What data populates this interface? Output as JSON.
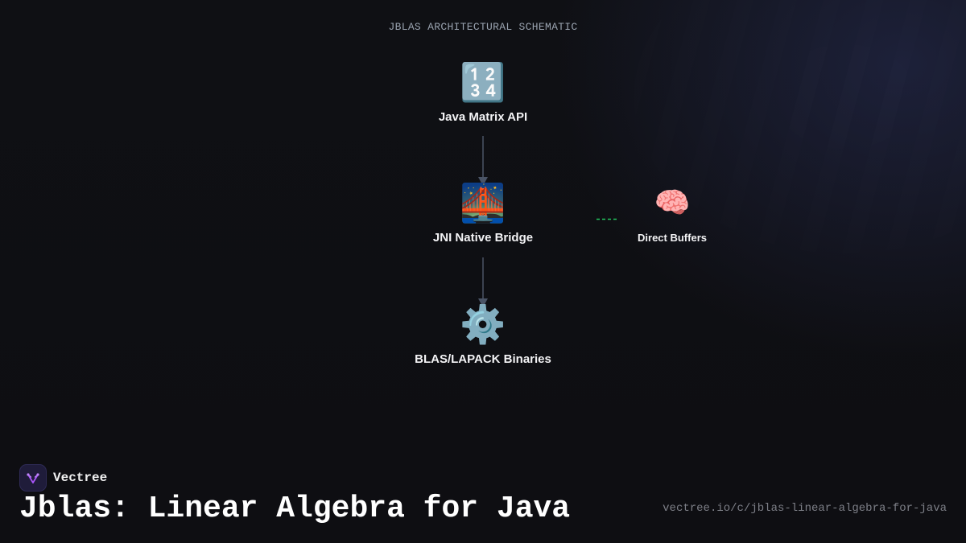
{
  "diagram": {
    "title": "JBLAS ARCHITECTURAL SCHEMATIC",
    "nodes": [
      {
        "id": "api",
        "icon_name": "input-numbers-icon",
        "icon": "🔢",
        "label": "Java Matrix API"
      },
      {
        "id": "bridge",
        "icon_name": "bridge-at-night-icon",
        "icon": "🌉",
        "label": "JNI Native Bridge"
      },
      {
        "id": "blas",
        "icon_name": "gear-icon",
        "icon": "⚙️",
        "label": "BLAS/LAPACK Binaries"
      },
      {
        "id": "buffers",
        "icon_name": "brain-icon",
        "icon": "🧠",
        "label": "Direct Buffers"
      }
    ],
    "edges": [
      {
        "from": "api",
        "to": "bridge",
        "style": "solid-arrow"
      },
      {
        "from": "bridge",
        "to": "blas",
        "style": "solid-arrow"
      },
      {
        "from": "bridge",
        "to": "buffers",
        "style": "dashed"
      }
    ],
    "colors": {
      "connector": "#4a5466",
      "dashed_connector": "#22c55e",
      "brand_accent": "#a855f7"
    }
  },
  "footer": {
    "brand_name": "Vectree",
    "title": "Jblas: Linear Algebra for Java",
    "url": "vectree.io/c/jblas-linear-algebra-for-java"
  }
}
